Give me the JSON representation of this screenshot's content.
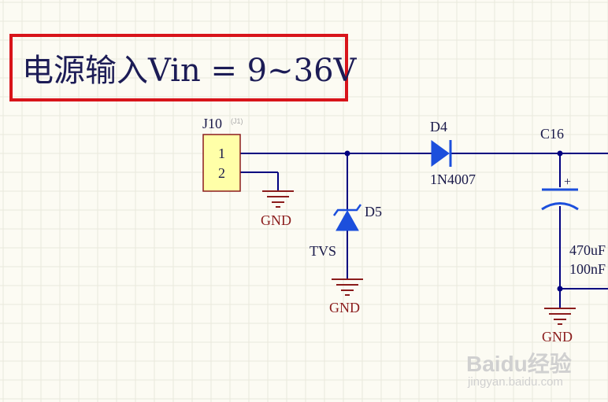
{
  "title": {
    "text": "电源输入Vin = 9~36V",
    "border_color": "#d8141a"
  },
  "connector": {
    "designator": "J10",
    "alt": "(J1)",
    "pin1": "1",
    "pin2": "2",
    "fill": "#ffffa8"
  },
  "diode": {
    "designator": "D4",
    "part": "1N4007"
  },
  "tvs": {
    "designator": "D5",
    "part": "TVS"
  },
  "capacitor": {
    "designator": "C16",
    "polarity": "+",
    "value1": "470uF",
    "value2": "100nF"
  },
  "grounds": {
    "label": "GND"
  },
  "watermark": {
    "brand": "Baidu经验",
    "url": "jingyan.baidu.com"
  },
  "colors": {
    "wire": "#000080",
    "component": "#1c4fdc",
    "gnd_label": "#8b1c1c",
    "ground_symbol": "#8b1c1c"
  }
}
